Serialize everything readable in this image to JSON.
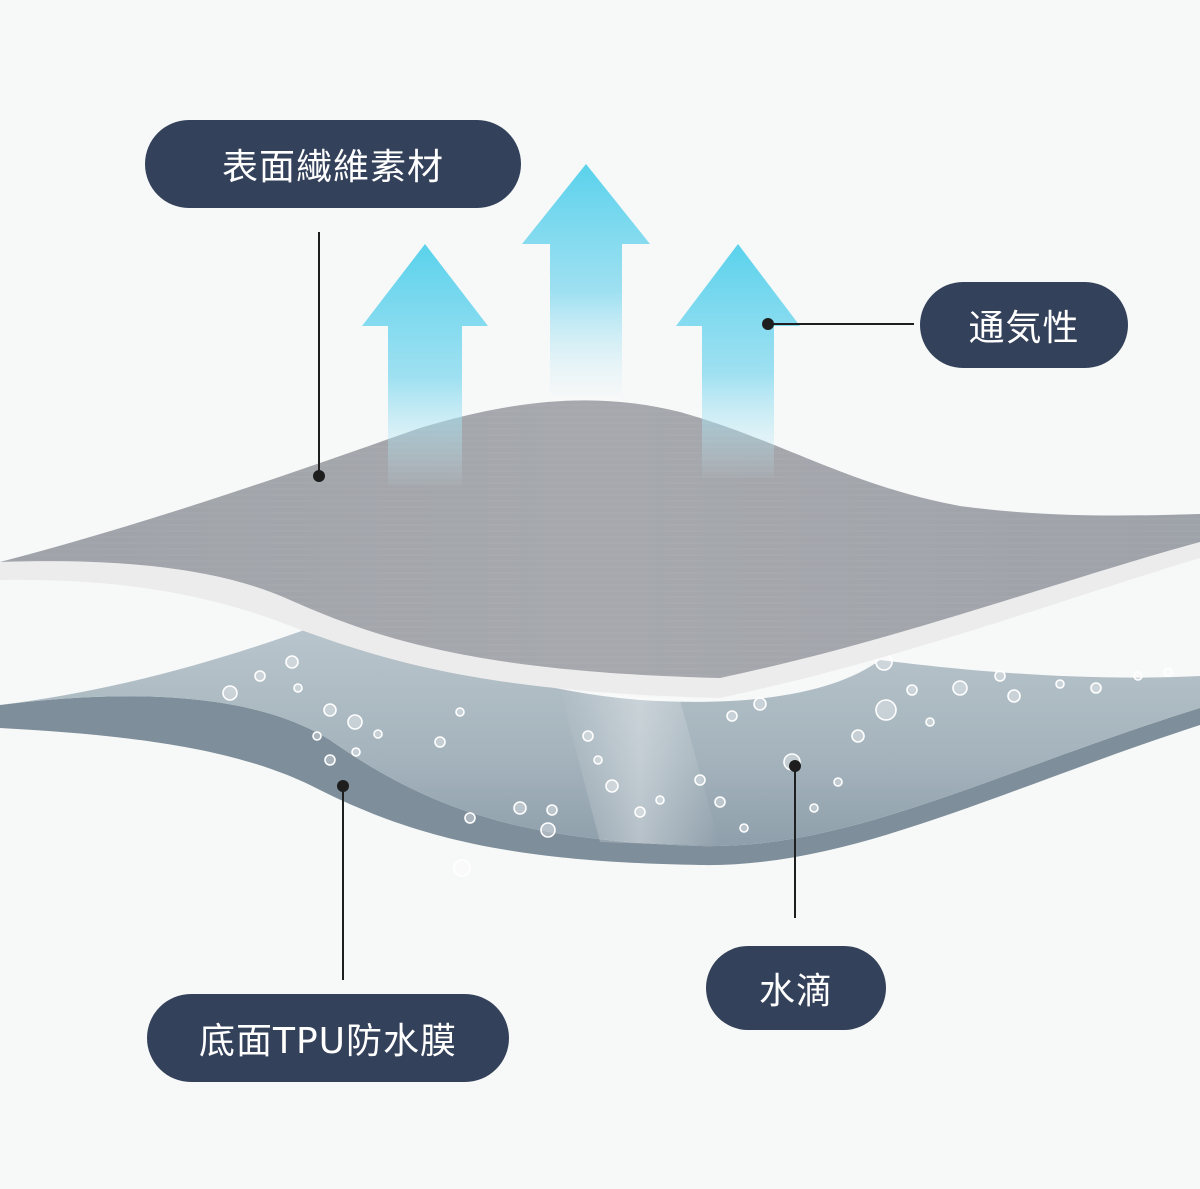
{
  "labels": {
    "surface": "表面繊維素材",
    "breathability": "通気性",
    "water_drop": "水滴",
    "bottom_membrane": "底面TPU防水膜"
  },
  "icons": {
    "arrows": "up-arrow-icon",
    "bubbles": "water-bubble-icon"
  },
  "colors": {
    "label_background": "#34415a",
    "label_text": "#ffffff",
    "top_layer": "#a4a7ad",
    "bottom_layer": "#9cabb5",
    "arrow": "#5ad2ec",
    "leader_line": "#1e1e1e"
  }
}
